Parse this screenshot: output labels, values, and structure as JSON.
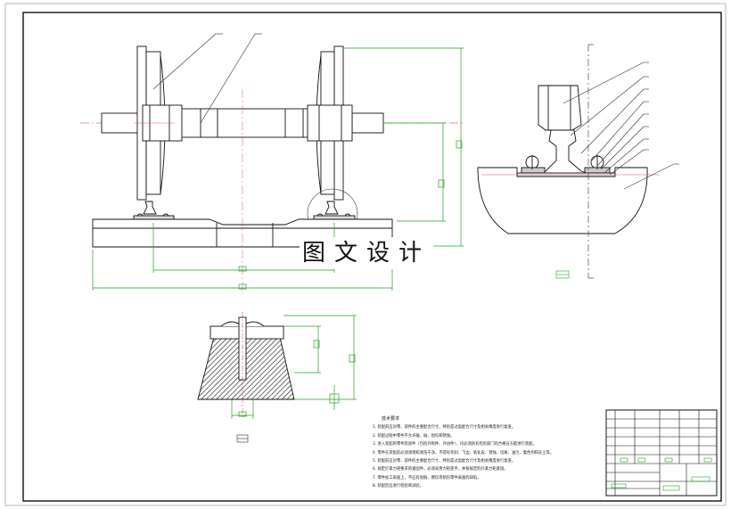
{
  "watermark": "图文设计",
  "technical_requirements": {
    "title": "技术要求",
    "items": [
      "1. 装配前应对零、部件的主要配合尺寸，特别是过盈配合尺寸及相关精度进行复查。",
      "2. 装配过程中零件不允许磕、碰、划伤和锈蚀。",
      "3. 进入装配的零件及部件（包括外购件、外协件），均必须具有检验部门的合格证方能进行装配。",
      "4. 零件在装配前必须清理和清洗干净，不得有毛刺、飞边、氧化皮、锈蚀、切屑、油污、着色剂和灰尘等。",
      "5. 装配前应对零、部件的主要配合尺寸，特别是过盈配合尺寸及相关精度进行复查。",
      "6. 规定拧紧力矩要求的紧固件，必须采用力矩扳手，并按规定的拧紧力矩紧固。",
      "7. 零件加工表面上，不应有划痕、擦伤等损伤零件表面的缺陷。",
      "8. 装配后应进行检验和试验。"
    ]
  },
  "colors": {
    "outline": "#111111",
    "dimension": "#22a322",
    "centerline": "#d23030",
    "leader": "#333333"
  },
  "icons": [
    "wheelset-drawing",
    "rail-clip-detail",
    "sleeper-section-view",
    "title-block"
  ]
}
